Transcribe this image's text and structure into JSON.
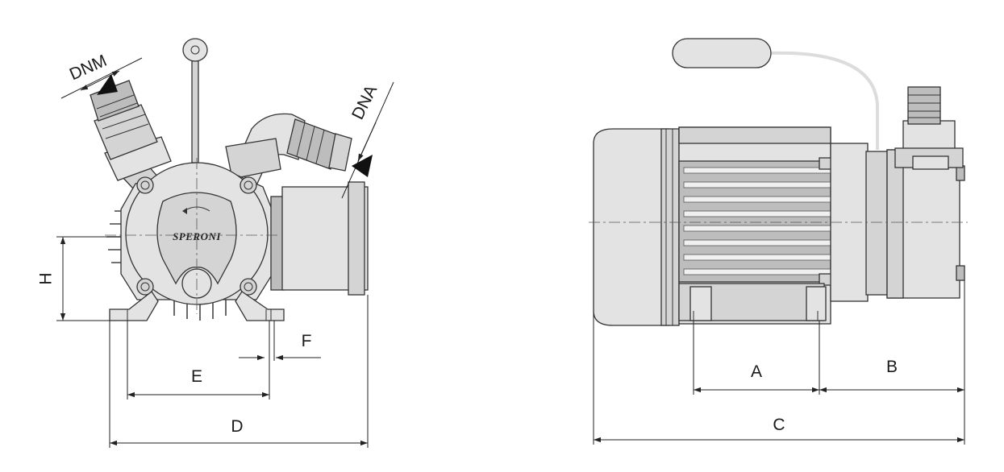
{
  "front_view": {
    "brand_text": "SPERONI",
    "labels": {
      "suction_port": "DNM",
      "delivery_port": "DNA",
      "height": "H",
      "foot_spacing": "E",
      "foot_hole": "F",
      "overall_width": "D"
    }
  },
  "side_view": {
    "labels": {
      "motor_foot_spacing": "A",
      "pump_overhang": "B",
      "overall_length": "C"
    }
  }
}
